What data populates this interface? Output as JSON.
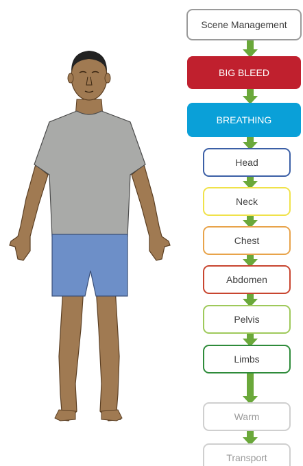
{
  "steps": [
    {
      "label": "Scene Management",
      "style": "outline",
      "border": "#9a9a9a",
      "text": "#404040"
    },
    {
      "label": "BIG BLEED",
      "style": "filled",
      "fill": "#c0202e",
      "text": "#ffffff"
    },
    {
      "label": "BREATHING",
      "style": "filled",
      "fill": "#0aa0d8",
      "text": "#ffffff"
    },
    {
      "label": "Head",
      "style": "outline",
      "border": "#3b5fa6",
      "text": "#404040"
    },
    {
      "label": "Neck",
      "style": "outline",
      "border": "#f0e24a",
      "text": "#404040"
    },
    {
      "label": "Chest",
      "style": "outline",
      "border": "#e8a34a",
      "text": "#404040"
    },
    {
      "label": "Abdomen",
      "style": "outline",
      "border": "#c8452f",
      "text": "#404040"
    },
    {
      "label": "Pelvis",
      "style": "outline",
      "border": "#9ec95a",
      "text": "#404040"
    },
    {
      "label": "Limbs",
      "style": "outline",
      "border": "#2e8b3a",
      "text": "#404040"
    },
    {
      "label": "Warm",
      "style": "outline",
      "border": "#cfcfcf",
      "text": "#9a9a9a"
    },
    {
      "label": "Transport",
      "style": "outline",
      "border": "#cfcfcf",
      "text": "#9a9a9a"
    }
  ],
  "colors": {
    "arrow": "#6aa83a",
    "skin": "#a07a52",
    "skin_outline": "#5a3e22",
    "shirt": "#a9aaa8",
    "shorts": "#6d8fc8",
    "hair": "#222222"
  },
  "icons": {
    "figure": "human-body-figure-icon",
    "arrow": "down-arrow-icon"
  }
}
